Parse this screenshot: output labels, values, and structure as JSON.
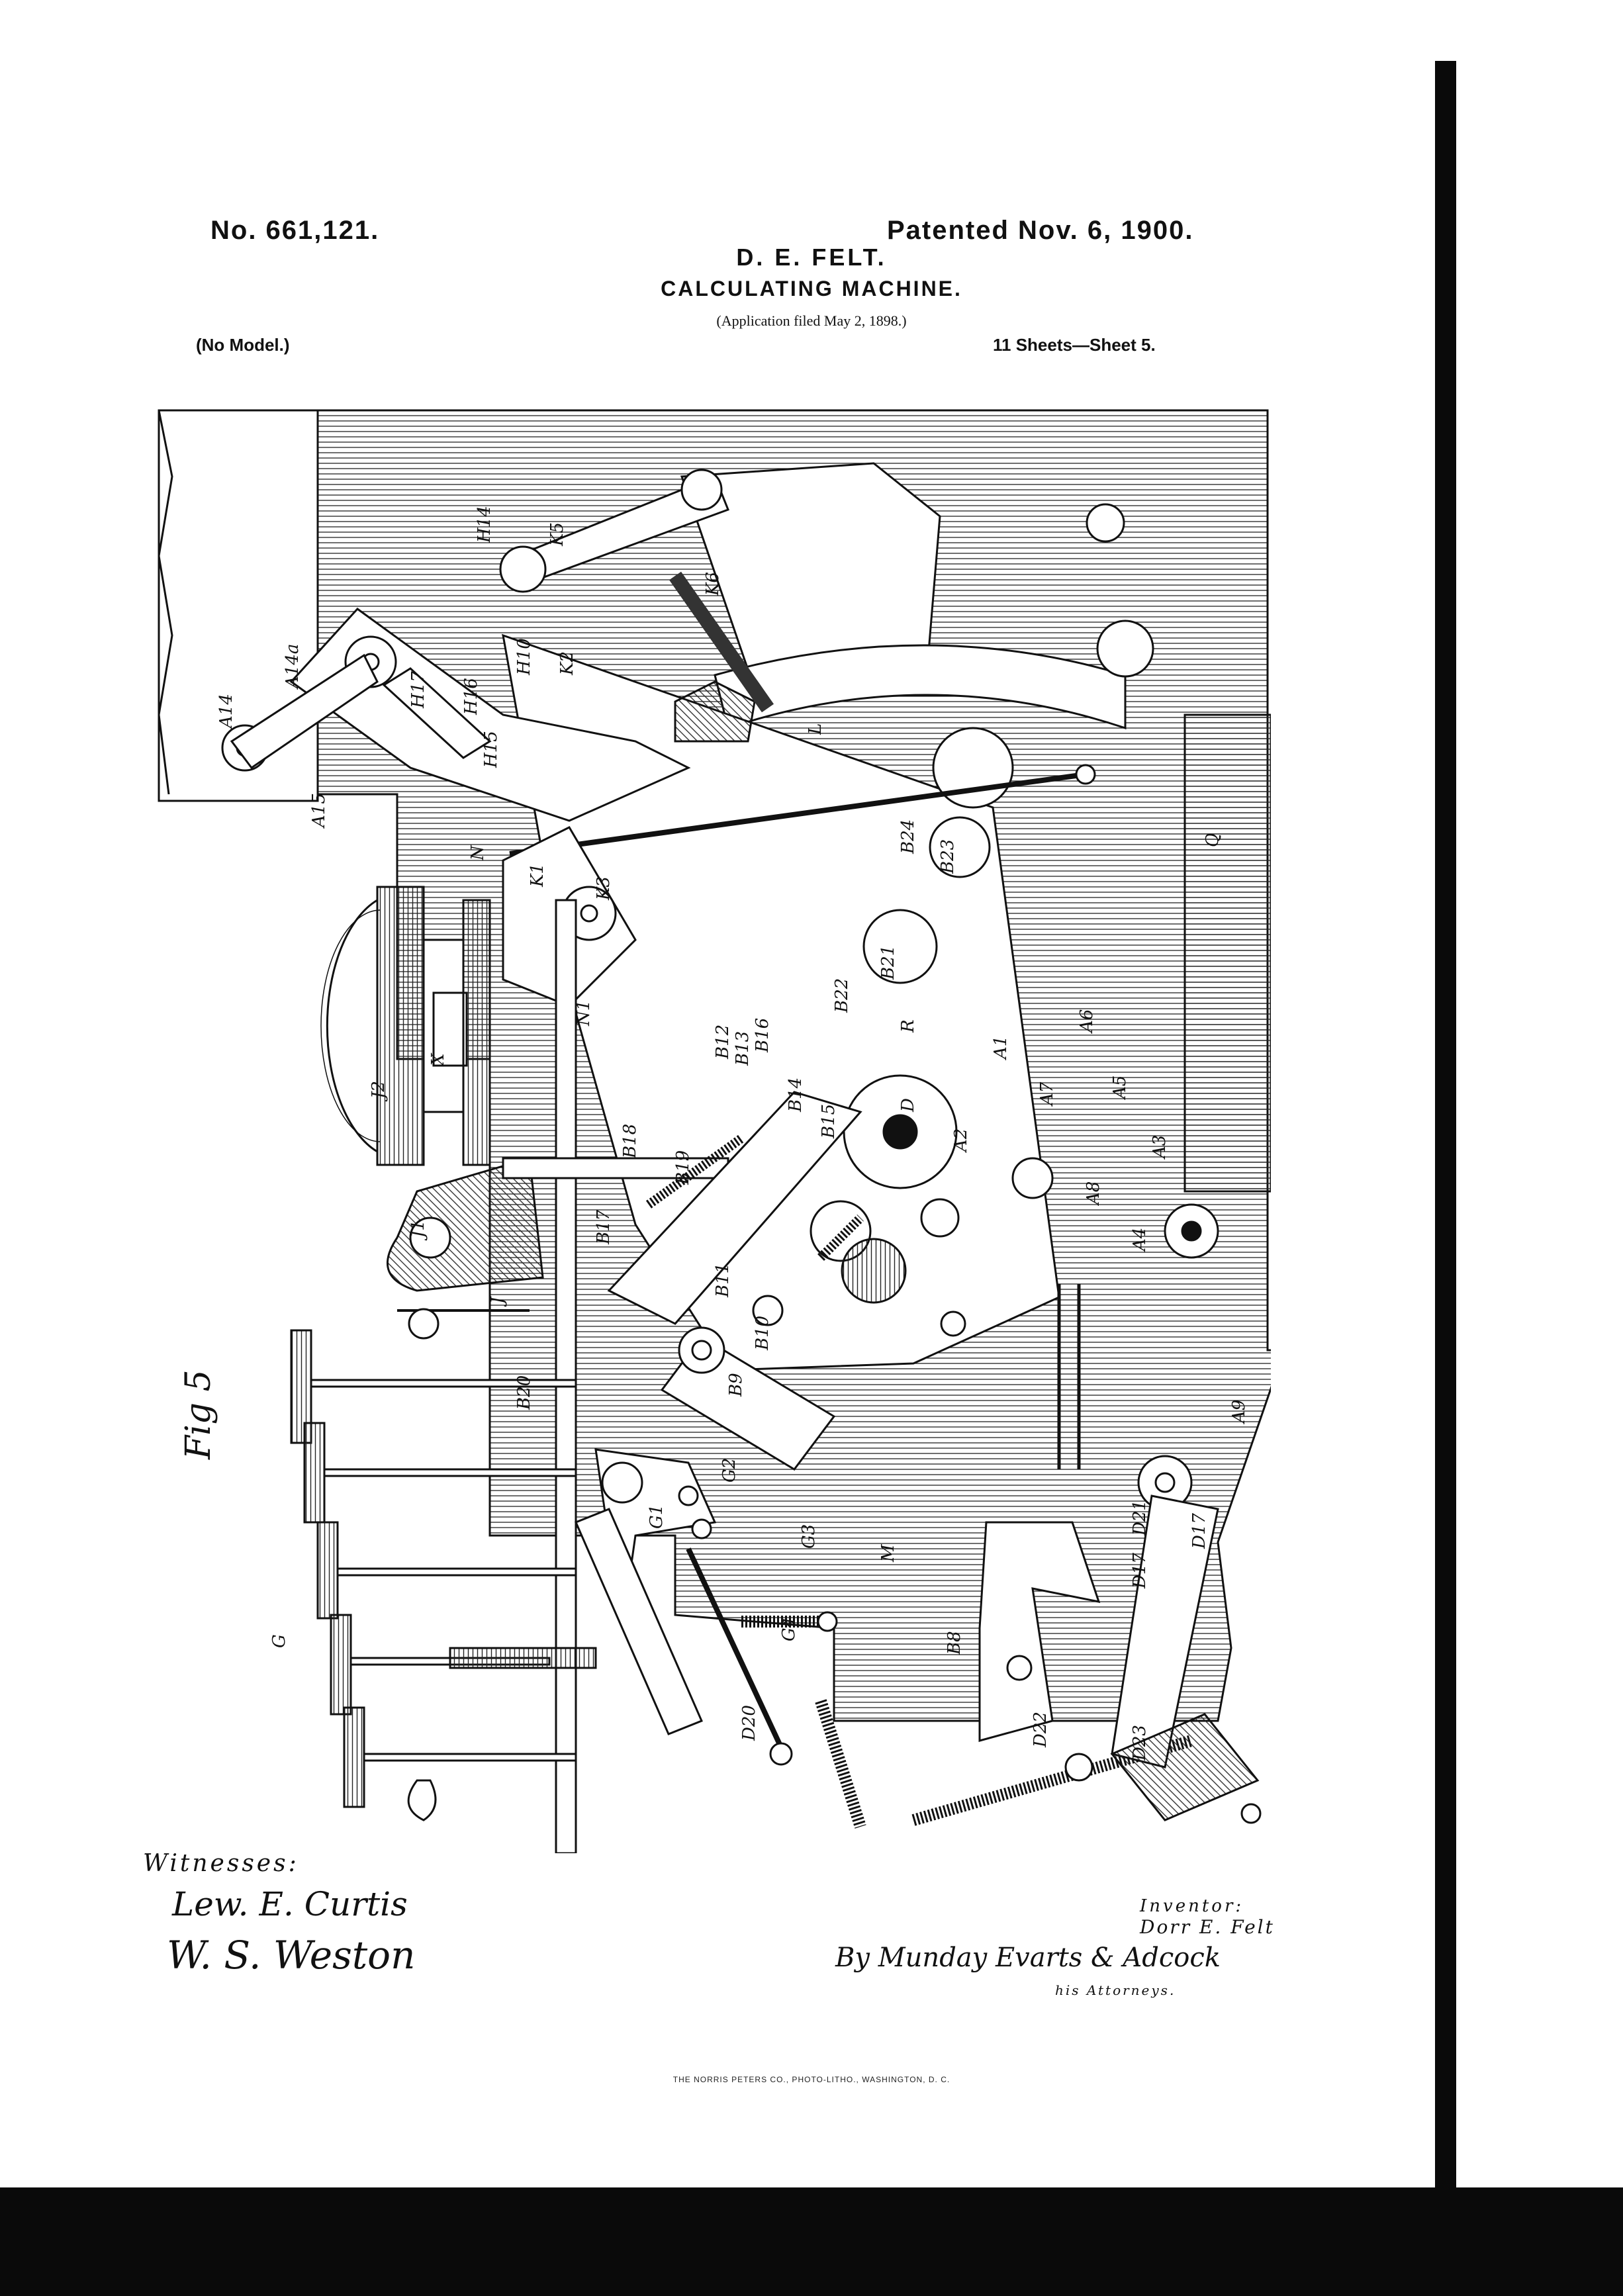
{
  "header": {
    "patent_number": "No. 661,121.",
    "patented_date": "Patented Nov. 6, 1900.",
    "inventor": "D. E. FELT.",
    "title": "CALCULATING MACHINE.",
    "application": "(Application filed May 2, 1898.)",
    "model": "(No Model.)",
    "sheets": "11 Sheets—Sheet 5."
  },
  "figure": {
    "label": "Fig 5",
    "labels": [
      "A14",
      "A14a",
      "A15",
      "H14",
      "H17",
      "H16",
      "H15",
      "H10",
      "K2",
      "K6",
      "K5",
      "L",
      "Q",
      "N",
      "K1",
      "K3",
      "N1",
      "X",
      "J2",
      "J1",
      "J",
      "B23",
      "B24",
      "B22",
      "B21",
      "B12",
      "B13",
      "B16",
      "B14",
      "B15",
      "B18",
      "B19",
      "B17",
      "B11",
      "B10",
      "B9",
      "B20",
      "A1",
      "A2",
      "A7",
      "A6",
      "A5",
      "A3",
      "A4",
      "A8",
      "A9",
      "R",
      "D",
      "G",
      "G1",
      "G2",
      "G3",
      "G4",
      "M",
      "B8",
      "D20",
      "D21",
      "D22",
      "D23",
      "D17"
    ]
  },
  "signatures": {
    "witnesses_label": "Witnesses:",
    "witness_1": "Lew. E. Curtis",
    "witness_2": "W. S. Weston",
    "inventor_label": "Inventor:",
    "inventor_name": "Dorr E. Felt",
    "by": "By Munday Evarts & Adcock",
    "attorneys": "his Attorneys."
  },
  "footer": {
    "printer": "THE NORRIS PETERS CO., PHOTO-LITHO., WASHINGTON, D. C."
  }
}
